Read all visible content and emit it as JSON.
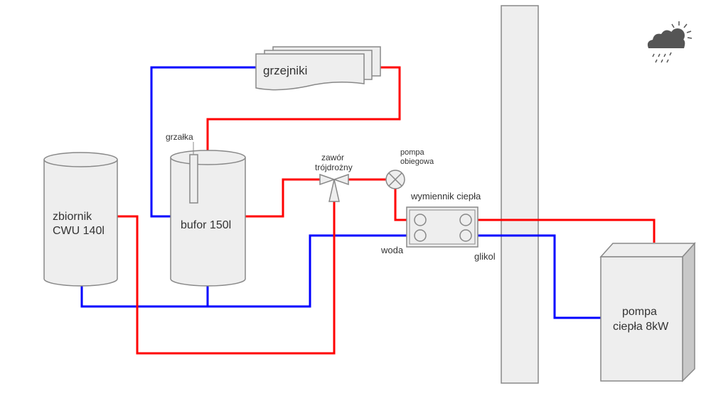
{
  "labels": {
    "radiators": "grzejniki",
    "heater": "grzałka",
    "buffer": "bufor 150l",
    "tank_line1": "zbiornik",
    "tank_line2": "CWU 140l",
    "valve_line1": "zawór",
    "valve_line2": "trójdrożny",
    "pump_line1": "pompa",
    "pump_line2": "obiegowa",
    "exchanger": "wymiennik ciepła",
    "water": "woda",
    "glycol": "glikol",
    "heatpump_line1": "pompa",
    "heatpump_line2": "ciepła 8kW"
  },
  "colors": {
    "hot": "#ff0000",
    "cold": "#0000ff",
    "shape_fill": "#eeeeee"
  },
  "icons": {
    "weather": "cloud-sun-rain-icon"
  }
}
